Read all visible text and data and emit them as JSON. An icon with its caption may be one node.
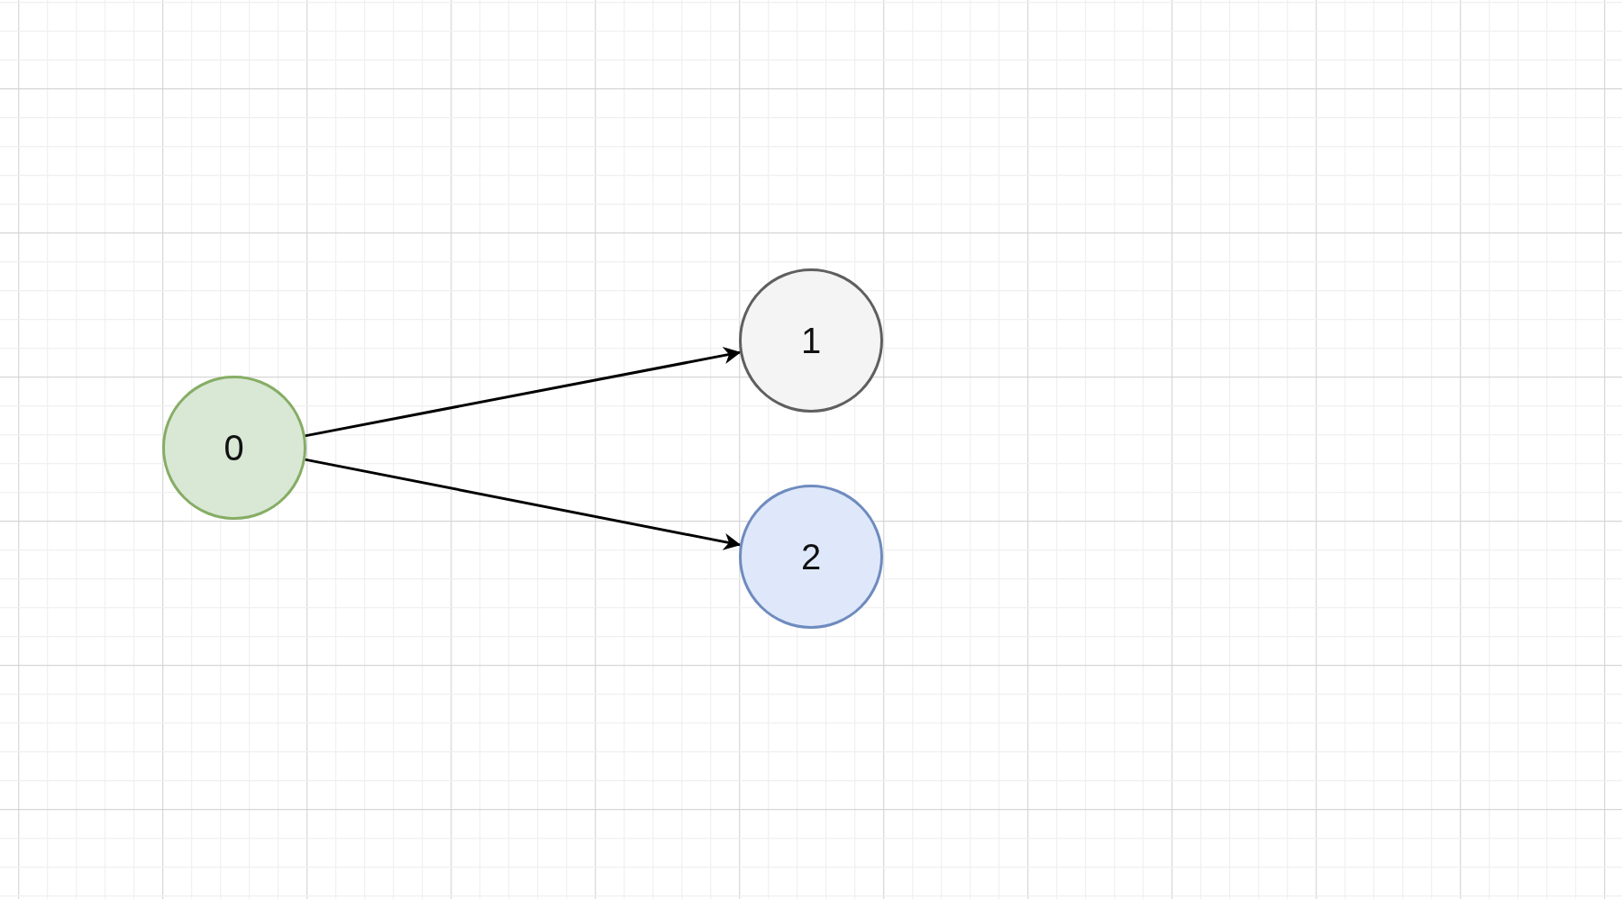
{
  "diagram": {
    "nodes": [
      {
        "text": [
          "0"
        ]
      },
      {
        "text": [
          "1"
        ]
      },
      {
        "text": [
          "2"
        ]
      }
    ],
    "edges": [
      {
        "from": 0,
        "to": 1,
        "arrow": "to"
      },
      {
        "from": 0,
        "to": 2,
        "arrow": "to"
      }
    ]
  }
}
